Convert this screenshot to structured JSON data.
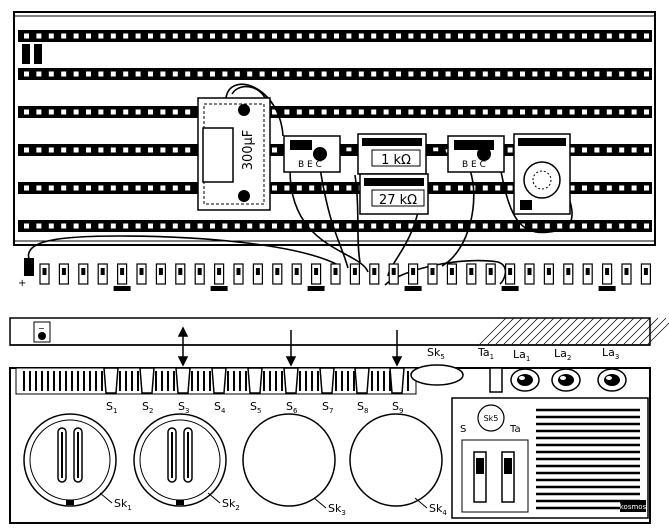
{
  "components": {
    "capacitor": "300μF",
    "resistor_1": "1 kΩ",
    "resistor_2": "27 kΩ",
    "transistor_1_pins": "B E C",
    "transistor_2_pins": "B E C"
  },
  "polarity": {
    "plus": "+",
    "minus": "−"
  },
  "switches": [
    {
      "base": "S",
      "sub": "1"
    },
    {
      "base": "S",
      "sub": "2"
    },
    {
      "base": "S",
      "sub": "3"
    },
    {
      "base": "S",
      "sub": "4"
    },
    {
      "base": "S",
      "sub": "5"
    },
    {
      "base": "S",
      "sub": "6"
    },
    {
      "base": "S",
      "sub": "7"
    },
    {
      "base": "S",
      "sub": "8"
    },
    {
      "base": "S",
      "sub": "9"
    }
  ],
  "sockets": [
    {
      "base": "Sk",
      "sub": "1"
    },
    {
      "base": "Sk",
      "sub": "2"
    },
    {
      "base": "Sk",
      "sub": "3"
    },
    {
      "base": "Sk",
      "sub": "4"
    }
  ],
  "top_controls": {
    "sk5": {
      "base": "Sk",
      "sub": "5"
    },
    "ta1": {
      "base": "Ta",
      "sub": "1"
    },
    "lamps": [
      {
        "base": "La",
        "sub": "1"
      },
      {
        "base": "La",
        "sub": "2"
      },
      {
        "base": "La",
        "sub": "3"
      }
    ]
  },
  "panel": {
    "sk5": "Sk5",
    "s": "S",
    "ta": "Ta"
  },
  "brand": "kosmos"
}
